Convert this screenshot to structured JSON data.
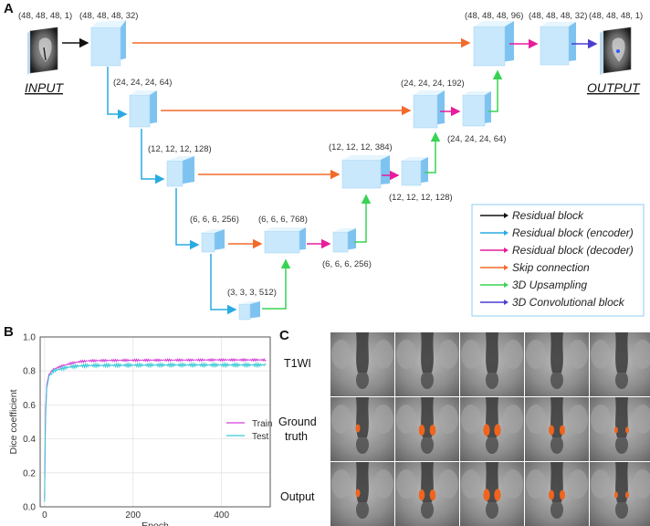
{
  "panels": {
    "a": "A",
    "b": "B",
    "c": "C"
  },
  "io": {
    "input": "INPUT",
    "output": "OUTPUT"
  },
  "dims": {
    "input": "(48, 48, 48, 1)",
    "e1": "(48, 48, 48, 32)",
    "e2": "(24, 24, 24, 64)",
    "e3": "(12, 12, 12, 128)",
    "e4": "(6, 6, 6, 256)",
    "bottom": "(3, 3, 3, 512)",
    "cat4": "(6, 6, 6, 768)",
    "d4": "(6, 6, 6, 256)",
    "cat3": "(12, 12, 12, 384)",
    "d3": "(12, 12, 12, 128)",
    "cat2": "(24, 24, 24, 192)",
    "d2": "(24, 24, 24, 64)",
    "cat1": "(48, 48, 48, 96)",
    "d1": "(48, 48, 48, 32)",
    "output": "(48, 48, 48, 1)"
  },
  "legend": {
    "items": [
      {
        "label": "Residual  block",
        "color": "#111111"
      },
      {
        "label": "Residual  block (encoder)",
        "color": "#29ABE2"
      },
      {
        "label": "Residual  block (decoder)",
        "color": "#E61E9B"
      },
      {
        "label": "Skip connection",
        "color": "#F26B2A"
      },
      {
        "label": "3D Upsampling",
        "color": "#39D353"
      },
      {
        "label": "3D Convolutional  block",
        "color": "#4B3FCF"
      }
    ]
  },
  "colors": {
    "block_front": "#C9E8FB",
    "block_side": "#7EC3F0",
    "block_top": "#E6F5FE",
    "legend_border": "#8ECFF2",
    "train": "#D63FD6",
    "test": "#3CC8D8"
  },
  "chart_data": {
    "type": "line",
    "xlabel": "Epoch",
    "ylabel": "Dice coefficient",
    "xlim": [
      -10,
      510
    ],
    "ylim": [
      0.0,
      1.0
    ],
    "xticks": [
      "0",
      "200",
      "400"
    ],
    "yticks": [
      "0.0",
      "0.2",
      "0.4",
      "0.6",
      "0.8",
      "1.0"
    ],
    "grid": true,
    "legend_position": "right",
    "series": [
      {
        "name": "Train",
        "color": "#D63FD6",
        "x": [
          0,
          2,
          5,
          10,
          20,
          40,
          60,
          80,
          100,
          150,
          200,
          300,
          400,
          500
        ],
        "y": [
          0.05,
          0.55,
          0.72,
          0.78,
          0.81,
          0.83,
          0.845,
          0.855,
          0.86,
          0.862,
          0.863,
          0.864,
          0.865,
          0.865
        ]
      },
      {
        "name": "Test",
        "color": "#3CC8D8",
        "x": [
          0,
          2,
          5,
          10,
          20,
          40,
          60,
          80,
          100,
          150,
          200,
          300,
          400,
          500
        ],
        "y": [
          0.03,
          0.5,
          0.7,
          0.77,
          0.8,
          0.815,
          0.825,
          0.83,
          0.832,
          0.833,
          0.834,
          0.835,
          0.835,
          0.835
        ]
      }
    ]
  },
  "rows": {
    "t1wi": "T1WI",
    "gt_line1": "Ground",
    "gt_line2": "truth",
    "output": "Output"
  }
}
